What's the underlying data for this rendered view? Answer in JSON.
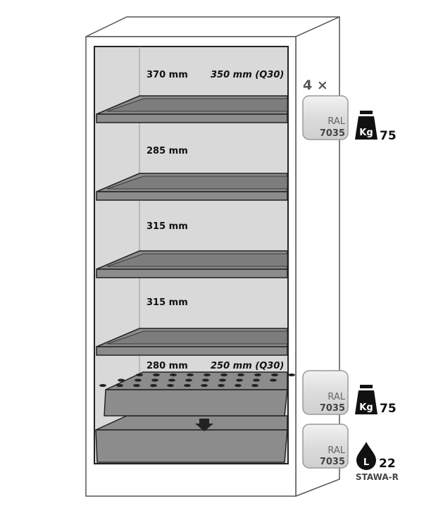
{
  "shelves": [
    {
      "height": "370 mm",
      "alt_height": "350 mm (Q30)"
    },
    {
      "height": "285 mm"
    },
    {
      "height": "315 mm"
    },
    {
      "height": "315 mm"
    },
    {
      "height": "280 mm",
      "alt_height": "250 mm (Q30)"
    }
  ],
  "badges": {
    "shelf_count": "4 ×",
    "shelf_badge": {
      "ral_label": "RAL",
      "ral_code": "7035",
      "icon": "weight-kg-icon",
      "icon_text": "Kg",
      "value": "75"
    },
    "insert_badge": {
      "ral_label": "RAL",
      "ral_code": "7035",
      "icon": "weight-kg-icon",
      "icon_text": "Kg",
      "value": "75"
    },
    "sump_badge": {
      "ral_label": "RAL",
      "ral_code": "7035",
      "icon": "drop-liter-icon",
      "icon_text": "L",
      "value": "22",
      "caption": "STAWA-R"
    }
  },
  "colors": {
    "panel": "#d9d9d9",
    "shelf": "#8c8c8c",
    "outline": "#222222"
  }
}
